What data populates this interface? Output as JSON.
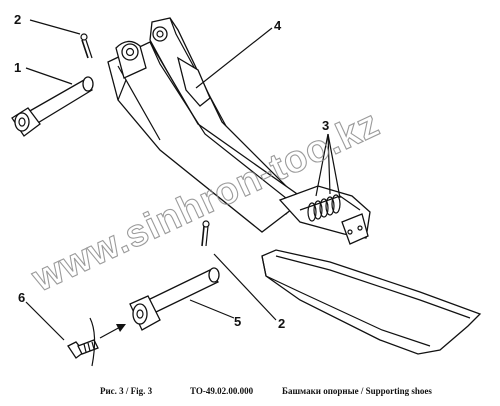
{
  "callouts": {
    "c1": "1",
    "c2a": "2",
    "c2b": "2",
    "c3": "3",
    "c4": "4",
    "c5": "5",
    "c6": "6"
  },
  "watermark": "www.sinhron-too.kz",
  "caption": {
    "fig": "Рис. 3 / Fig. 3",
    "code": "ТО-49.02.00.000",
    "title": "Башмаки опорные  / Supporting shoes"
  }
}
